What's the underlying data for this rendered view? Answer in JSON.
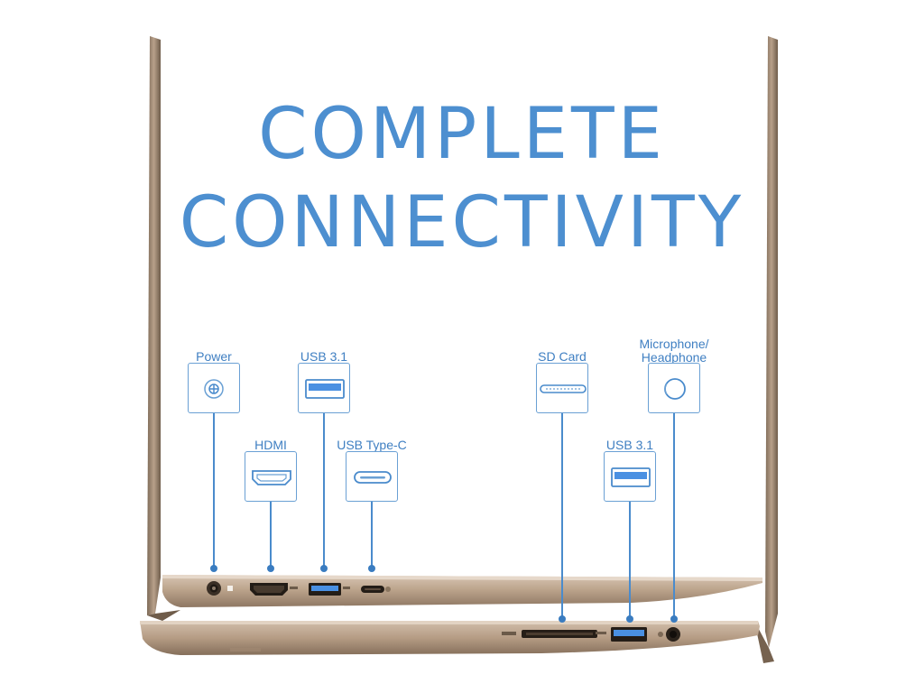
{
  "headline": {
    "line1": "COMPLETE",
    "line2": "CONNECTIVITY"
  },
  "ports": {
    "power": {
      "label": "Power"
    },
    "hdmi": {
      "label": "HDMI"
    },
    "usb_left": {
      "label": "USB 3.1"
    },
    "usb_c": {
      "label": "USB Type-C"
    },
    "sd_card": {
      "label": "SD Card"
    },
    "usb_right": {
      "label": "USB 3.1"
    },
    "audio": {
      "label_line1": "Microphone/",
      "label_line2": "Headphone"
    }
  },
  "colors": {
    "accent_blue": "#4d8fd0",
    "laptop_bronze": "#b49a80",
    "usb_blue": "#4a90e2"
  }
}
